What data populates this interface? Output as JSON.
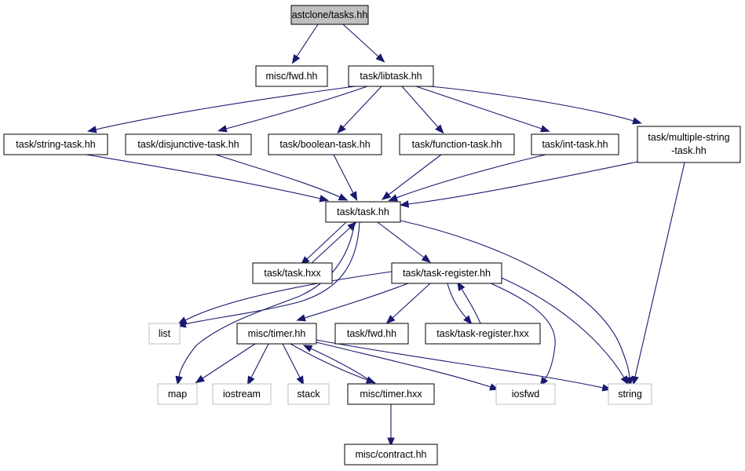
{
  "colors": {
    "edge": "#191970",
    "root_fill": "#bfbfbf",
    "system_border": "#bfbfbf",
    "node_border": "#000000"
  },
  "nodes": {
    "root": [
      "astclone/tasks.hh"
    ],
    "misc_fwd": [
      "misc/fwd.hh"
    ],
    "libtask": [
      "task/libtask.hh"
    ],
    "string_task": [
      "task/string-task.hh"
    ],
    "disjunctive_task": [
      "task/disjunctive-task.hh"
    ],
    "boolean_task": [
      "task/boolean-task.hh"
    ],
    "function_task": [
      "task/function-task.hh"
    ],
    "int_task": [
      "task/int-task.hh"
    ],
    "multiple_string_task": [
      "task/multiple-string",
      "-task.hh"
    ],
    "task_hh": [
      "task/task.hh"
    ],
    "task_hxx": [
      "task/task.hxx"
    ],
    "task_register_hh": [
      "task/task-register.hh"
    ],
    "list": [
      "list"
    ],
    "timer_hh": [
      "misc/timer.hh"
    ],
    "task_fwd": [
      "task/fwd.hh"
    ],
    "task_register_hxx": [
      "task/task-register.hxx"
    ],
    "map": [
      "map"
    ],
    "iostream": [
      "iostream"
    ],
    "stack": [
      "stack"
    ],
    "timer_hxx": [
      "misc/timer.hxx"
    ],
    "iosfwd": [
      "iosfwd"
    ],
    "string": [
      "string"
    ],
    "contract": [
      "misc/contract.hh"
    ]
  },
  "edges": [
    [
      "root",
      "misc_fwd"
    ],
    [
      "root",
      "libtask"
    ],
    [
      "libtask",
      "string_task"
    ],
    [
      "libtask",
      "disjunctive_task"
    ],
    [
      "libtask",
      "boolean_task"
    ],
    [
      "libtask",
      "function_task"
    ],
    [
      "libtask",
      "int_task"
    ],
    [
      "libtask",
      "multiple_string_task"
    ],
    [
      "string_task",
      "task_hh"
    ],
    [
      "disjunctive_task",
      "task_hh"
    ],
    [
      "boolean_task",
      "task_hh"
    ],
    [
      "function_task",
      "task_hh"
    ],
    [
      "int_task",
      "task_hh"
    ],
    [
      "multiple_string_task",
      "task_hh"
    ],
    [
      "multiple_string_task",
      "string"
    ],
    [
      "task_hh",
      "task_hxx"
    ],
    [
      "task_hxx",
      "task_hh"
    ],
    [
      "task_hh",
      "task_register_hh"
    ],
    [
      "task_hh",
      "list"
    ],
    [
      "task_hh",
      "map"
    ],
    [
      "task_hh",
      "string"
    ],
    [
      "task_register_hh",
      "list"
    ],
    [
      "task_register_hh",
      "timer_hh"
    ],
    [
      "task_register_hh",
      "task_fwd"
    ],
    [
      "task_register_hh",
      "task_register_hxx"
    ],
    [
      "task_register_hxx",
      "task_register_hh"
    ],
    [
      "task_register_hh",
      "iosfwd"
    ],
    [
      "task_register_hh",
      "string"
    ],
    [
      "timer_hh",
      "map"
    ],
    [
      "timer_hh",
      "iostream"
    ],
    [
      "timer_hh",
      "stack"
    ],
    [
      "timer_hh",
      "timer_hxx"
    ],
    [
      "timer_hxx",
      "timer_hh"
    ],
    [
      "timer_hh",
      "iosfwd"
    ],
    [
      "timer_hh",
      "string"
    ],
    [
      "timer_hxx",
      "contract"
    ]
  ]
}
